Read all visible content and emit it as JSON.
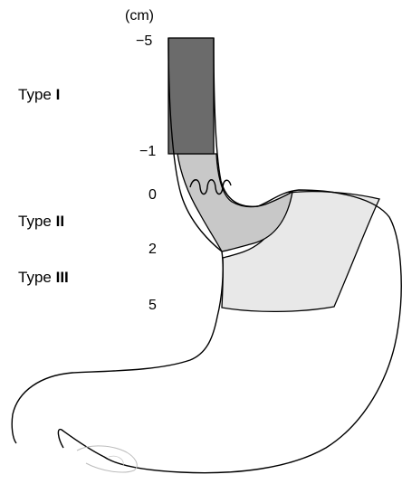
{
  "diagram": {
    "unit": "(cm)",
    "scale_ticks": [
      {
        "label": "−5",
        "value": -5
      },
      {
        "label": "−1",
        "value": -1
      },
      {
        "label": "0",
        "value": 0
      },
      {
        "label": "2",
        "value": 2
      },
      {
        "label": "5",
        "value": 5
      }
    ],
    "types": [
      {
        "word": "Type ",
        "numeral": "I"
      },
      {
        "word": "Type ",
        "numeral": "II"
      },
      {
        "word": "Type ",
        "numeral": "III"
      }
    ],
    "colors": {
      "type_i_fill": "#6b6b6b",
      "type_ii_fill": "#c8c8c8",
      "type_iii_fill": "#e8e8e8",
      "outline": "#000000",
      "background": "#ffffff"
    }
  }
}
